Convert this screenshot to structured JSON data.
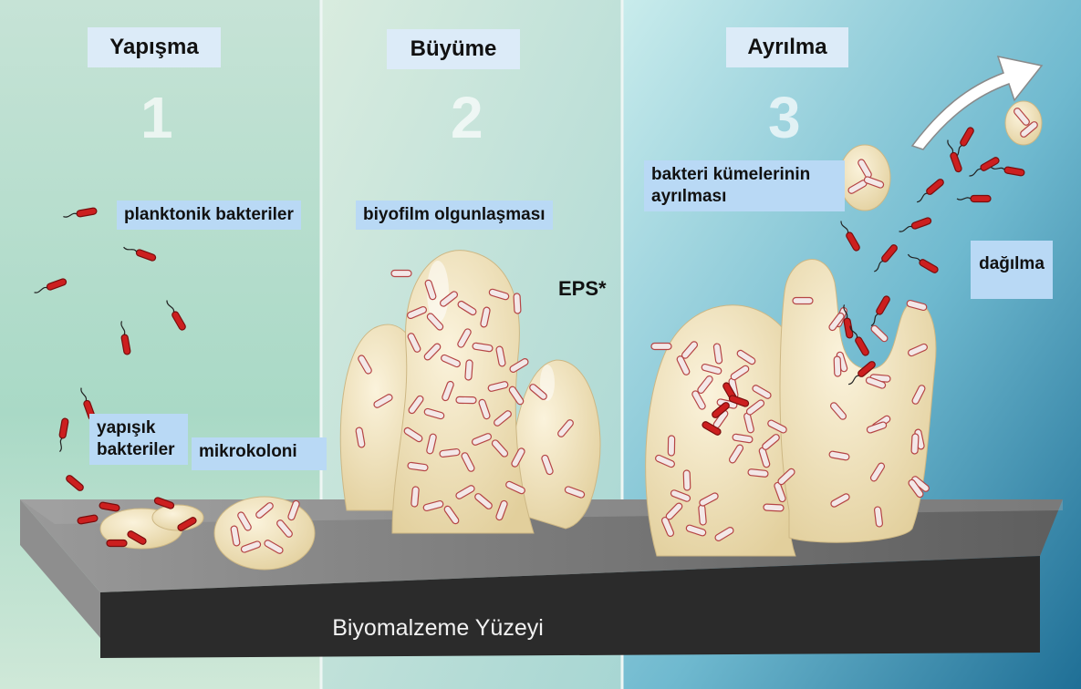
{
  "panels": [
    {
      "title": "Yapışma",
      "step": "1"
    },
    {
      "title": "Büyüme",
      "step": "2"
    },
    {
      "title": "Ayrılma",
      "step": "3"
    }
  ],
  "labels": {
    "planktonic": "planktonik bakteriler",
    "adherent_1": "yapışık",
    "adherent_2": "bakteriler",
    "microcolony": "mikrokoloni",
    "maturation": "biyofilm olgunlaşması",
    "eps": "EPS*",
    "detach_1": "bakteri kümelerinin",
    "detach_2": "ayrılması",
    "dispersal": "dağılma"
  },
  "surface_label": "Biyomalzeme Yüzeyi",
  "colors": {
    "bacteria": "#cc1f1f",
    "biofilm": "#eee0bb",
    "platform": "#2b2b2b",
    "label_box": "#b9d9f5"
  }
}
